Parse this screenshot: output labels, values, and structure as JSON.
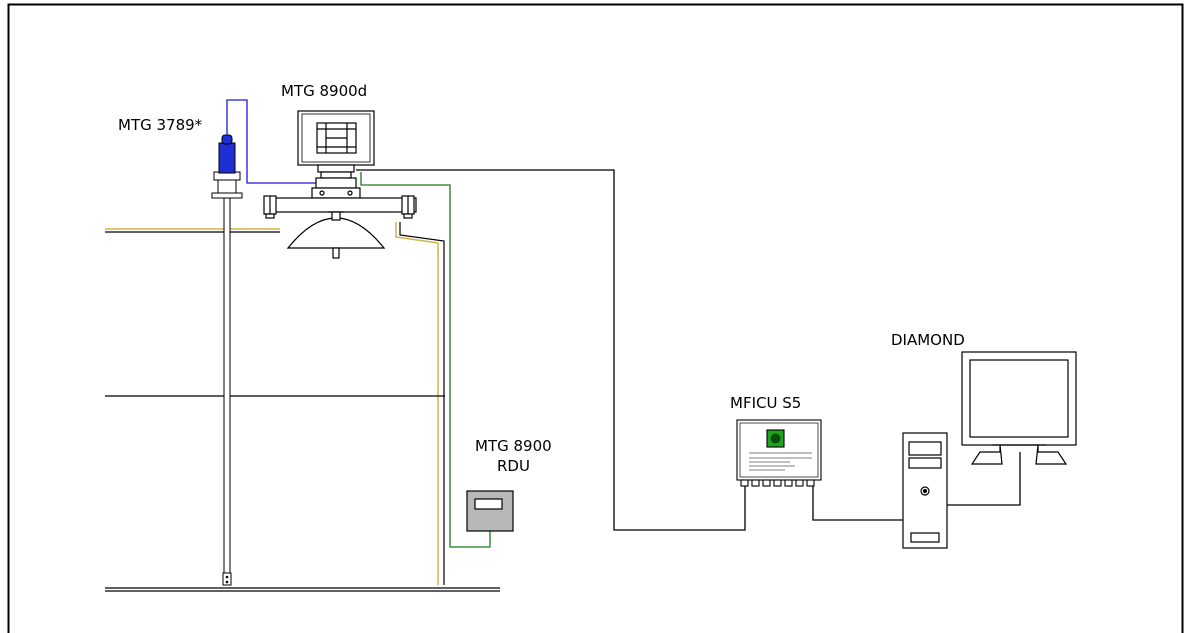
{
  "diagram": {
    "labels": {
      "mtg_3789": "MTG 3789*",
      "mtg_8900d": "MTG 8900d",
      "rdu_line1": "MTG 8900",
      "rdu_line2": "RDU",
      "mficu": "MFICU S5",
      "diamond": "DIAMOND"
    },
    "colors": {
      "line": "#000000",
      "probe_blue": "#1f2fd6",
      "probe_wire_blue": "#1a1ad8",
      "signal_green": "#1e7a1e",
      "pipe_yellow": "#d4b24a",
      "rdu_fill": "#b8b8b8",
      "indicator_green": "#1ea51e",
      "indicator_dark": "#0a4a0a",
      "gauge_fill": "#ffffff"
    },
    "icons": [
      "level-probe-icon",
      "radar-gauge-icon",
      "remote-display-icon",
      "interface-unit-icon",
      "computer-tower-icon",
      "monitor-icon"
    ]
  }
}
